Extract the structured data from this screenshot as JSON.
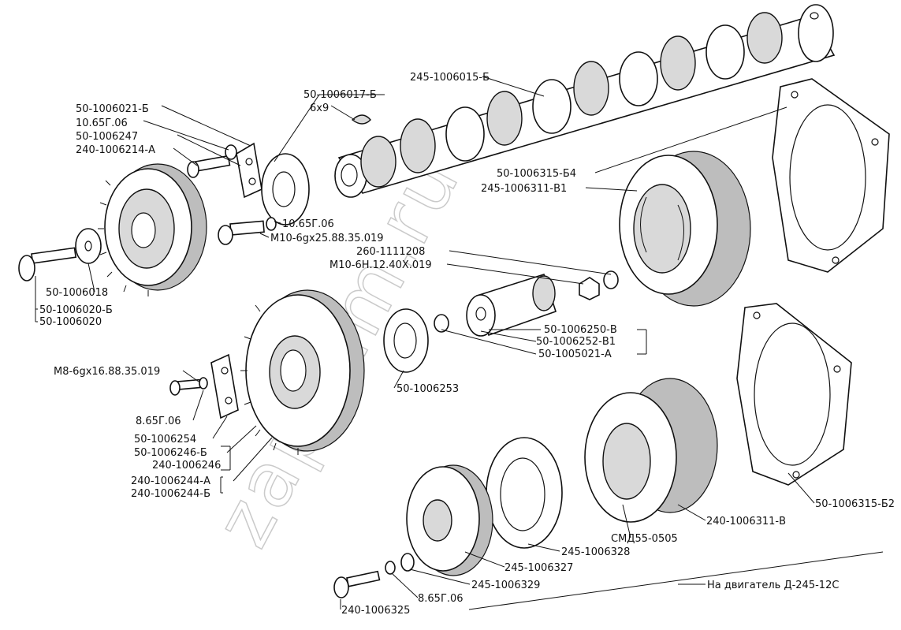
{
  "watermark": "zapkam.ru",
  "labels": {
    "camshaft": "245-1006015-Б",
    "key_code": "50-1006017-Б",
    "key_size": "6x9",
    "plate": "50-1006021-Б",
    "washer_top": "10.65Г.06",
    "flange_plate": "50-1006247",
    "bolt_top": "240-1006214-А",
    "gasket_top": "50-1006315-Б4",
    "gear_right": "245-1006311-В1",
    "washer_mid": "10.65Г.06",
    "bolt_m10": "М10-6gx25.88.35.019",
    "washer_260": "260-1111208",
    "nut_m10": "М10-6Н.12.40Х.019",
    "bolt_long": "50-1006018",
    "bolt_long_b": "50-1006020-Б",
    "bolt_long_c": "50-1006020",
    "bush_a": "50-1006250-В",
    "bush_b": "50-1006252-В1",
    "bush_c": "50-1005021-А",
    "washer_big": "50-1006253",
    "bolt_m8": "М8-6gx16.88.35.019",
    "washer_8": "8.65Г.06",
    "plate_small": "50-1006254",
    "gear_big_a": "50-1006246-Б",
    "gear_big_b": "240-1006246",
    "gear_big_c": "240-1006244-А",
    "gear_big_d": "240-1006244-Б",
    "gasket_bottom": "50-1006315-Б2",
    "gear_bottom": "240-1006311-В",
    "smd": "СМД55-0505",
    "ring": "245-1006328",
    "hub": "245-1006327",
    "washer_bottom": "245-1006329",
    "washer_bottom2": "8.65Г.06",
    "bolt_bottom": "240-1006325",
    "engine_note": "На двигатель Д-245-12С"
  }
}
